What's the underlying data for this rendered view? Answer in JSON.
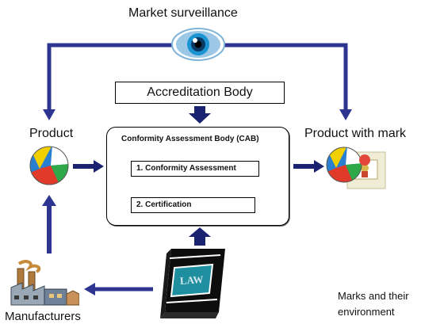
{
  "labels": {
    "market_surveillance": "Market surveillance",
    "accreditation_body": "Accreditation Body",
    "product": "Product",
    "product_with_mark": "Product with mark",
    "cab_title": "Conformity Assessment Body (CAB)",
    "conformity_assessment": "1. Conformity Assessment",
    "certification": "2. Certification",
    "manufacturers": "Manufacturers",
    "caption": "Marks and their environment",
    "law_book_text": "LAW"
  },
  "colors": {
    "arrow": "#2d3590",
    "arrow_dark": "#1b2270",
    "eye_iris": "#1b95d2"
  },
  "icons": {
    "eye": "eye-icon",
    "product": "product-ball-icon",
    "product_with_mark": "marked-product-icon",
    "law": "law-book-icon",
    "factory": "factory-icon"
  }
}
